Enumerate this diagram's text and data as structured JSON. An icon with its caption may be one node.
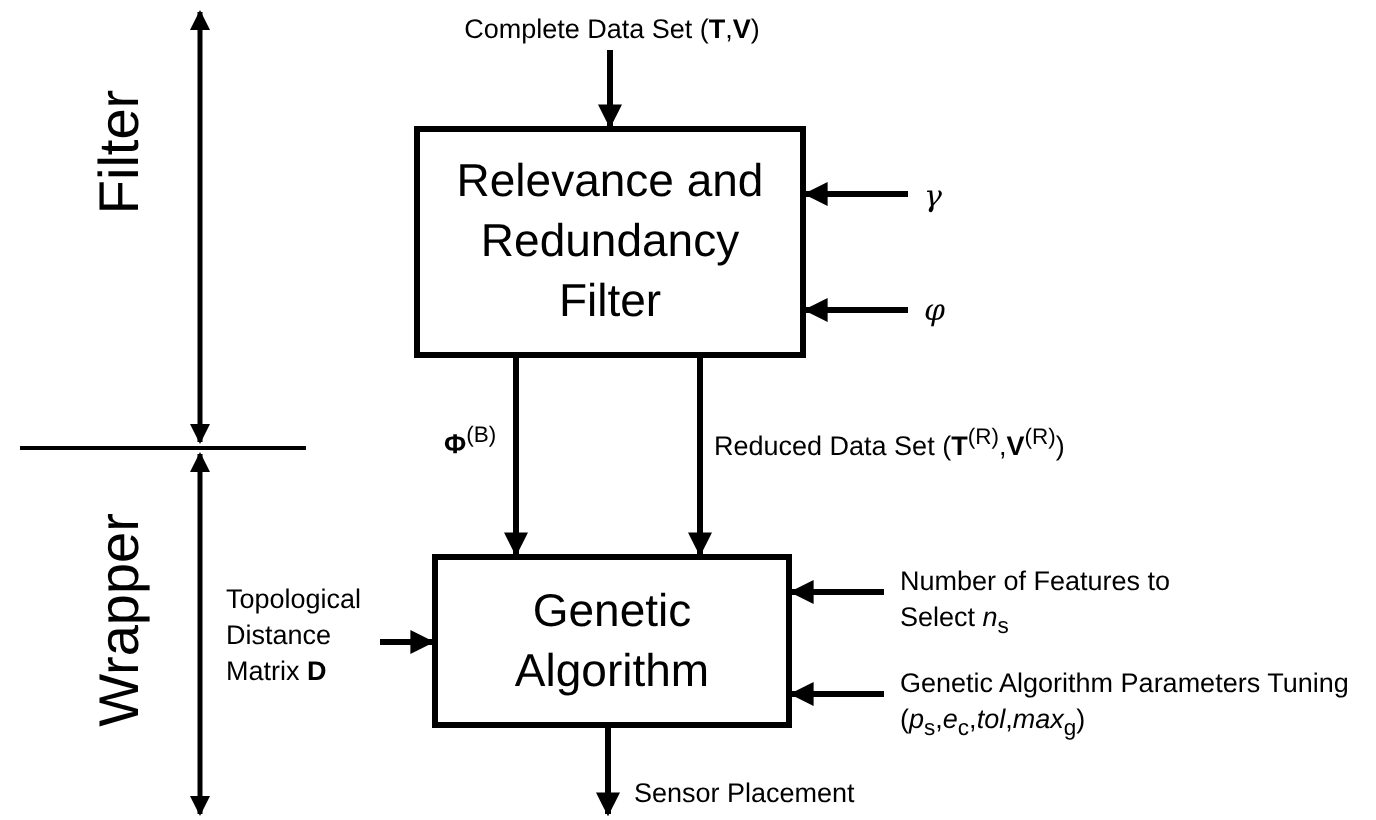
{
  "diagram": {
    "nodes": [
      {
        "text": [
          "Relevance and Redundancy Filter"
        ]
      },
      {
        "text": [
          "Genetic Algorithm"
        ]
      },
      {
        "text": [
          "Complete Data Set (**T**,**V**)"
        ]
      },
      {
        "text": [
          "γ"
        ]
      },
      {
        "text": [
          "φ"
        ]
      },
      {
        "text": [
          "Topological Distance Matrix **D**"
        ]
      },
      {
        "text": [
          "Number of Features to Select *n*$_{s}$"
        ]
      },
      {
        "text": [
          "Genetic Algorithm Parameters Tuning (*p*$_{s}$,*e*$_{c}$,*tol*,*max*$_{g}$)"
        ]
      }
    ],
    "edges": [
      {
        "from": 2,
        "to": 0,
        "arrow": "to"
      },
      {
        "from": 3,
        "to": 0,
        "arrow": "to"
      },
      {
        "from": 4,
        "to": 0,
        "arrow": "to"
      },
      {
        "from": 0,
        "to": 1,
        "arrow": "to",
        "label": "**Φ**$^{(B)}$"
      },
      {
        "from": 0,
        "to": 1,
        "arrow": "to",
        "label": "Reduced Data Set (**T**$^{(R)}$,**V**$^{(R)}$)"
      },
      {
        "from": 5,
        "to": 1,
        "arrow": "to"
      },
      {
        "from": 6,
        "to": 1,
        "arrow": "to"
      },
      {
        "from": 7,
        "to": 1,
        "arrow": "to"
      },
      {
        "from": 1,
        "to": null,
        "arrow": "to",
        "label": "Sensor Placement"
      }
    ],
    "labels": [
      "Filter",
      "Wrapper"
    ]
  }
}
